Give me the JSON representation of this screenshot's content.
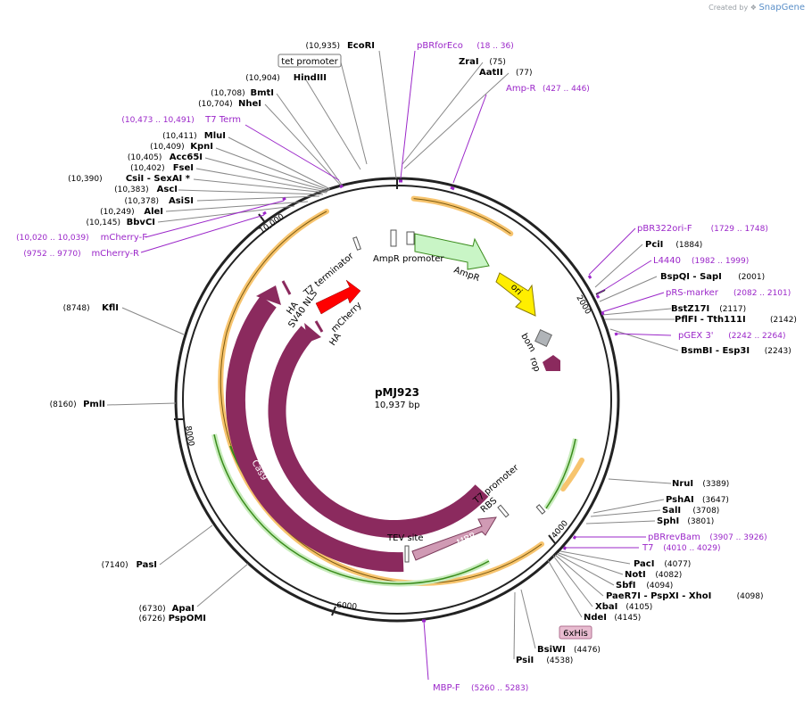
{
  "watermark": {
    "created_by": "Created by",
    "brand": "SnapGene"
  },
  "plasmid": {
    "name": "pMJ923",
    "length_label": "10,937 bp",
    "length": 10937
  },
  "ticks": [
    "2000",
    "4000",
    "6000",
    "8000",
    "10,000"
  ],
  "features": [
    {
      "label": "tet promoter",
      "boxed": true
    },
    {
      "label": "6xHis",
      "boxed": true,
      "pink": true
    },
    {
      "label": "AmpR promoter"
    },
    {
      "label": "AmpR"
    },
    {
      "label": "ori"
    },
    {
      "label": "bom"
    },
    {
      "label": "rop"
    },
    {
      "label": "T7 terminator"
    },
    {
      "label": "SV40 NLS"
    },
    {
      "label": "HA"
    },
    {
      "label": "HA"
    },
    {
      "label": "mCherry"
    },
    {
      "label": "Cas9"
    },
    {
      "label": "Cas9"
    },
    {
      "label": "T7 promoter"
    },
    {
      "label": "RBS"
    },
    {
      "label": "TEV site"
    },
    {
      "label": "MBP"
    }
  ],
  "enzymes_left": [
    {
      "pos": "(10,935)",
      "name": "EcoRI"
    },
    {
      "pos": "(10,904)",
      "name": "HindIII"
    },
    {
      "pos": "(10,708)",
      "name": "BmtI"
    },
    {
      "pos": "(10,704)",
      "name": "NheI"
    },
    {
      "pos": "(10,411)",
      "name": "MluI"
    },
    {
      "pos": "(10,409)",
      "name": "KpnI"
    },
    {
      "pos": "(10,405)",
      "name": "Acc65I"
    },
    {
      "pos": "(10,402)",
      "name": "FseI"
    },
    {
      "pos": "(10,390)",
      "name": "CsiI - SexAI *"
    },
    {
      "pos": "(10,383)",
      "name": "AscI"
    },
    {
      "pos": "(10,378)",
      "name": "AsiSI"
    },
    {
      "pos": "(10,249)",
      "name": "AleI"
    },
    {
      "pos": "(10,145)",
      "name": "BbvCI"
    },
    {
      "pos": "(8748)",
      "name": "KflI"
    },
    {
      "pos": "(8160)",
      "name": "PmlI"
    },
    {
      "pos": "(7140)",
      "name": "PasI"
    },
    {
      "pos": "(6730)",
      "name": "ApaI"
    },
    {
      "pos": "(6726)",
      "name": "PspOMI"
    }
  ],
  "primers_left": [
    {
      "pos": "(10,473 .. 10,491)",
      "name": "T7 Term"
    },
    {
      "pos": "(10,020 .. 10,039)",
      "name": "mCherry-F"
    },
    {
      "pos": "(9752 .. 9770)",
      "name": "mCherry-R"
    }
  ],
  "top_labels": [
    {
      "name": "pBRforEco",
      "pos": "(18 .. 36)"
    },
    {
      "name": "ZraI",
      "pos": "(75)"
    },
    {
      "name": "AatII",
      "pos": "(77)"
    },
    {
      "name": "Amp-R",
      "pos": "(427 .. 446)"
    }
  ],
  "enzymes_right": [
    {
      "name": "PciI",
      "pos": "(1884)"
    },
    {
      "name": "BspQI - SapI",
      "pos": "(2001)"
    },
    {
      "name": "BstZ17I",
      "pos": "(2117)"
    },
    {
      "name": "PflFI - Tth111I",
      "pos": "(2142)"
    },
    {
      "name": "BsmBI - Esp3I",
      "pos": "(2243)"
    },
    {
      "name": "NruI",
      "pos": "(3389)"
    },
    {
      "name": "PshAI",
      "pos": "(3647)"
    },
    {
      "name": "SalI",
      "pos": "(3708)"
    },
    {
      "name": "SphI",
      "pos": "(3801)"
    },
    {
      "name": "PacI",
      "pos": "(4077)"
    },
    {
      "name": "NotI",
      "pos": "(4082)"
    },
    {
      "name": "SbfI",
      "pos": "(4094)"
    },
    {
      "name": "PaeR7I - PspXI - XhoI",
      "pos": "(4098)"
    },
    {
      "name": "XbaI",
      "pos": "(4105)"
    },
    {
      "name": "NdeI",
      "pos": "(4145)"
    },
    {
      "name": "BsiWI",
      "pos": "(4476)"
    },
    {
      "name": "PsiI",
      "pos": "(4538)"
    }
  ],
  "primers_right": [
    {
      "name": "pBR322ori-F",
      "pos": "(1729 .. 1748)"
    },
    {
      "name": "L4440",
      "pos": "(1982 .. 1999)"
    },
    {
      "name": "pRS-marker",
      "pos": "(2082 .. 2101)"
    },
    {
      "name": "pGEX 3'",
      "pos": "(2242 .. 2264)"
    },
    {
      "name": "pBRrevBam",
      "pos": "(3907 .. 3926)"
    },
    {
      "name": "T7",
      "pos": "(4010 .. 4029)"
    },
    {
      "name": "MBP-F",
      "pos": "(5260 .. 5283)"
    }
  ],
  "colors": {
    "enzyme_text": "#000000",
    "primer": "#9b27c9",
    "cas9": "#8b2a5e",
    "mcherry": "#ff0000",
    "mbp": "#d09ab4",
    "ampr": "#c9f5c6",
    "ori": "#ffee00",
    "orf_orange": "#f7c46e",
    "orf_green": "#3a8c1c"
  }
}
